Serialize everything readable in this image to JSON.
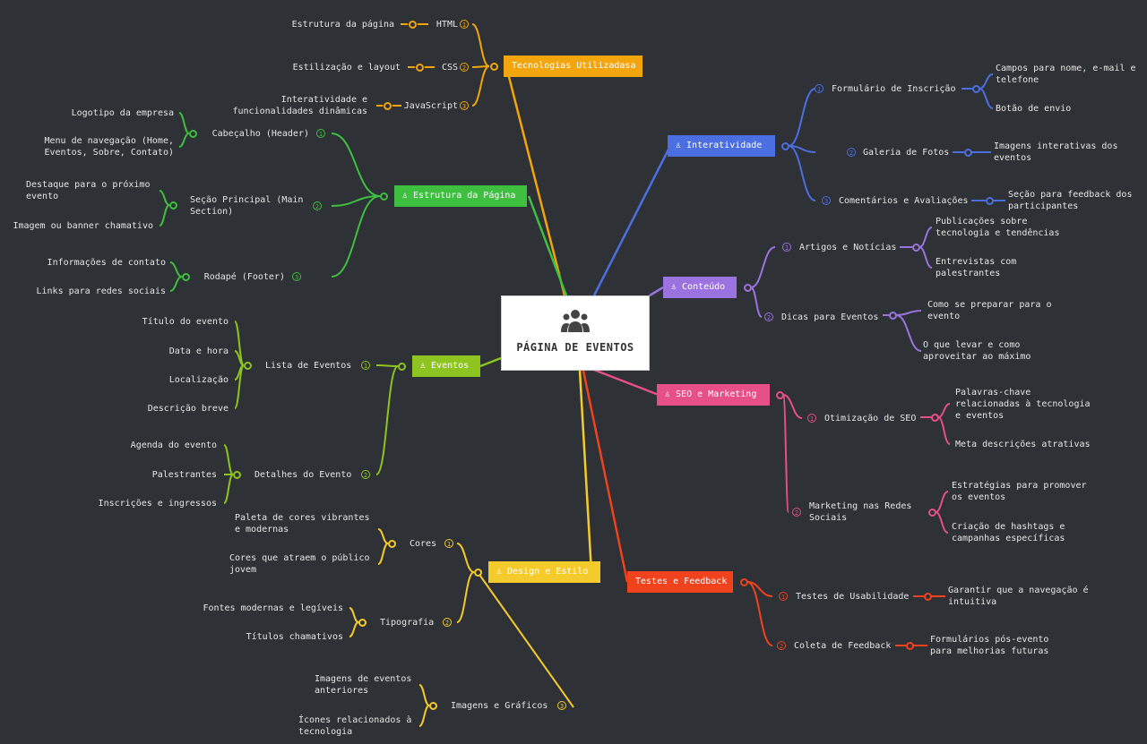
{
  "center": {
    "title": "PÁGINA DE EVENTOS",
    "icon": "people-group-icon"
  },
  "branches": {
    "tech": {
      "label": "Tecnologias Utilizadasa",
      "color": "#f2a50c",
      "items": [
        "HTML",
        "CSS",
        "JavaScript"
      ],
      "details": [
        "Estrutura da página",
        "Estilização e layout",
        "Interatividade e\nfuncionalidades dinâmicas"
      ]
    },
    "estrutura": {
      "label": "Estrutura da Página",
      "color": "#3fbf40",
      "items": [
        "Cabeçalho (Header)",
        "Seção Principal (Main\nSection)",
        "Rodapé (Footer)"
      ],
      "details": [
        "Logotipo da empresa",
        "Menu de navegação (Home,\nEventos, Sobre, Contato)",
        "Destaque para o próximo\nevento",
        "Imagem ou banner chamativo",
        "Informações de contato",
        "Links para redes sociais"
      ]
    },
    "eventos": {
      "label": "Eventos",
      "color": "#8ec420",
      "items": [
        "Lista de Eventos",
        "Detalhes do Evento"
      ],
      "details": [
        "Título do evento",
        "Data e hora",
        "Localização",
        "Descrição breve",
        "Agenda do evento",
        "Palestrantes",
        "Inscrições e ingressos"
      ]
    },
    "design": {
      "label": "Design e Estilo",
      "color": "#f5cb2c",
      "items": [
        "Cores",
        "Tipografia",
        "Imagens e Gráficos"
      ],
      "details": [
        "Paleta de cores vibrantes\ne modernas",
        "Cores que atraem o público\njovem",
        "Fontes modernas e legíveis",
        "Títulos chamativos",
        "Imagens de eventos\nanteriores",
        "Ícones relacionados à\ntecnologia"
      ]
    },
    "interatividade": {
      "label": "Interatividade",
      "color": "#4b6fe0",
      "items": [
        "Formulário de Inscrição",
        "Galeria de Fotos",
        "Comentários e Avaliações"
      ],
      "details": [
        "Campos para nome, e-mail e\ntelefone",
        "Botão de envio",
        "Imagens interativas dos\neventos",
        "Seção para feedback dos\nparticipantes"
      ]
    },
    "conteudo": {
      "label": "Conteúdo",
      "color": "#9b73e0",
      "items": [
        "Artigos e Notícias",
        "Dicas para Eventos"
      ],
      "details": [
        "Publicações sobre\ntecnologia e tendências",
        "Entrevistas com\npalestrantes",
        "Como se preparar para o\nevento",
        "O que levar e como\naproveitar ao máximo"
      ]
    },
    "seo": {
      "label": "SEO e Marketing",
      "color": "#e64f87",
      "items": [
        "Otimização de SEO",
        "Marketing nas Redes\nSociais"
      ],
      "details": [
        "Palavras-chave\nrelacionadas à tecnologia\ne eventos",
        "Meta descrições atrativas",
        "Estratégias para promover\nos eventos",
        "Criação de hashtags e\ncampanhas específicas"
      ]
    },
    "testes": {
      "label": "Testes e Feedback",
      "color": "#f0421c",
      "items": [
        "Testes de Usabilidade",
        "Coleta de Feedback"
      ],
      "details": [
        "Garantir que a navegação é\nintuitiva",
        "Formulários pós-evento\npara melhorias futuras"
      ]
    }
  },
  "colors": {
    "background": "#2e3135",
    "text": "#e6e6e6"
  }
}
